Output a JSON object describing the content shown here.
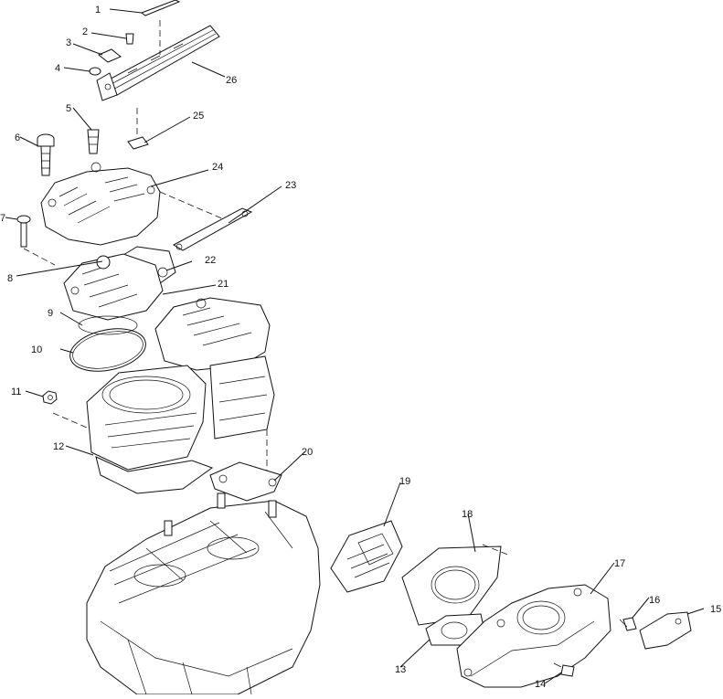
{
  "diagram": {
    "callouts": [
      "1",
      "2",
      "3",
      "4",
      "5",
      "6",
      "7",
      "8",
      "9",
      "10",
      "11",
      "12",
      "13",
      "14",
      "15",
      "16",
      "17",
      "18",
      "19",
      "20",
      "21",
      "22",
      "23",
      "24",
      "25",
      "26"
    ]
  }
}
